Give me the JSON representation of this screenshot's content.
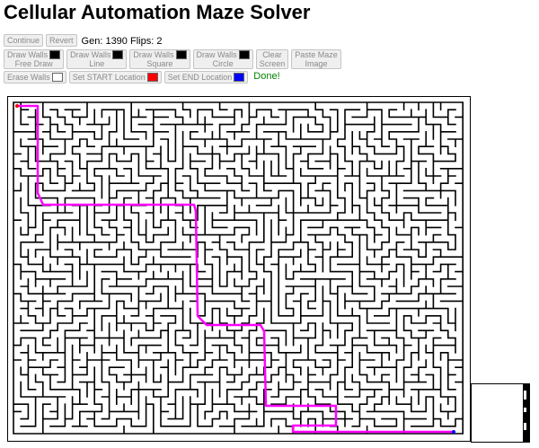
{
  "page_title": "Cellular Automation Maze Solver",
  "controls": {
    "continue_label": "Continue",
    "revert_label": "Revert",
    "status_text": "Gen: 1390 Flips: 2"
  },
  "tools": [
    {
      "line1": "Draw Walls",
      "line2": "Free Draw",
      "swatch": "#000000"
    },
    {
      "line1": "Draw Walls",
      "line2": "Line",
      "swatch": "#000000"
    },
    {
      "line1": "Draw Walls",
      "line2": "Square",
      "swatch": "#000000"
    },
    {
      "line1": "Draw Walls",
      "line2": "Circle",
      "swatch": "#000000"
    },
    {
      "line1": "Clear",
      "line2": "Screen"
    },
    {
      "line1": "Paste Maze",
      "line2": "Image"
    }
  ],
  "locations": {
    "erase_label": "Erase Walls",
    "erase_swatch": "#ffffff",
    "start_label": "Set START Location",
    "start_swatch": "#ff0000",
    "end_label": "Set END Location",
    "end_swatch": "#0000ff"
  },
  "done_text": "Done!",
  "colors": {
    "wall": "#000000",
    "path": "#ff00ff",
    "start": "#ff0000",
    "end": "#0000ff",
    "done": "#008000"
  }
}
